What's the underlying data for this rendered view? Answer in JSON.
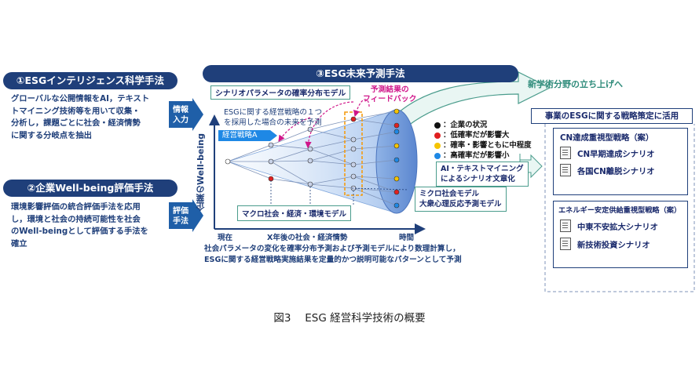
{
  "left": {
    "method1": {
      "title": "①ESGインテリジェンス科学手法",
      "desc": [
        "グローバルな公開情報をAI，テキスト",
        "トマイニング技術等を用いて収集・",
        "分析し，課題ごとに社会・経済情勢",
        "に関する分岐点を抽出"
      ],
      "arrow": [
        "情報",
        "入力"
      ]
    },
    "method2": {
      "title": "②企業Well-being評価手法",
      "desc": [
        "環境影響評価の統合評価手法を応用",
        "し，環境と社会の持続可能性を社会",
        "のWell-beingとして評価する手法を",
        "確立"
      ],
      "arrow": [
        "評価",
        "手法"
      ]
    }
  },
  "center": {
    "title": "③ESG未来予測手法",
    "scenario_param": "シナリオパラメータの確率分布モデル",
    "feedback": [
      "予測結果の",
      "フィードバック"
    ],
    "strategy_text": [
      "ESGに関する経営戦略の１つ",
      "を採用した場合の未来を予測"
    ],
    "strategy_label": "経営戦略A",
    "y_axis": "企業のWell-being",
    "x_now": "現在",
    "x_mid": "X年後の社会・経済情勢",
    "x_time": "時間",
    "macro_model": "マクロ社会・経済・環境モデル",
    "micro_model": [
      "ミクロ社会モデル",
      "大衆心理反応予測モデル"
    ],
    "ai_text": [
      "AI・テキストマイニング",
      "によるシナリオ文章化"
    ],
    "legend": [
      {
        "color": "#111111",
        "label": "：企業の状況"
      },
      {
        "color": "#e02020",
        "label": "：低確率だが影響大"
      },
      {
        "color": "#f5c400",
        "label": "：確率・影響ともに中程度"
      },
      {
        "color": "#1e88e5",
        "label": "：高確率だが影響小"
      }
    ],
    "bottom_text": [
      "社会パラメータの変化を確率分布予測および予測モデルにより数理計算し，",
      "ESGに関する経営戦略実施結果を定量的かつ説明可能なパターンとして予測"
    ]
  },
  "right": {
    "new_field": "新学術分野の立ち上げへ",
    "apply": "事業のESGに関する戦略策定に活用",
    "cn": {
      "title": "CN達成重視型戦略（案）",
      "items": [
        "CN早期達成シナリオ",
        "各国CN離脱シナリオ"
      ]
    },
    "energy": {
      "title": "エネルギー安定供給重視型戦略（案）",
      "items": [
        "中東不安拡大シナリオ",
        "新技術投資シナリオ"
      ]
    }
  },
  "caption": "図3　 ESG 経営科学技術の概要"
}
